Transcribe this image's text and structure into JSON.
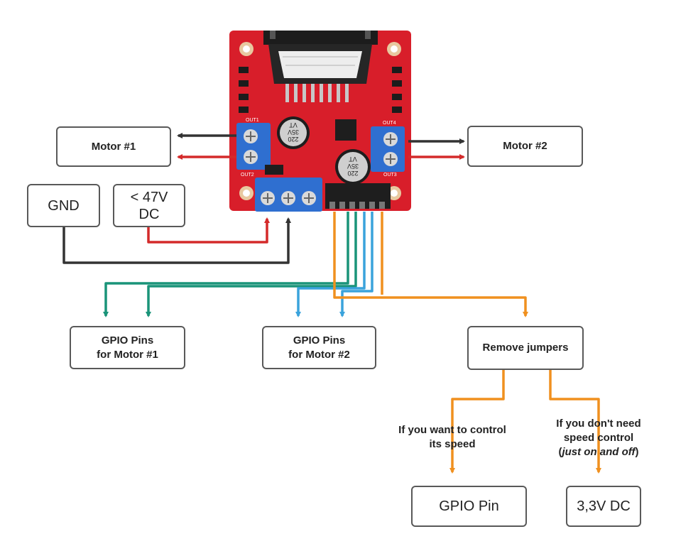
{
  "colors": {
    "black": "#333333",
    "red": "#d42a2a",
    "green": "#1a9479",
    "blue": "#3aa3dc",
    "orange": "#f0901f",
    "box_border": "#595959",
    "board_red": "#d81e2a",
    "terminal_blue": "#2f6fd0"
  },
  "board": {
    "silk": {
      "out1": "OUT1",
      "out2": "OUT2",
      "out3": "OUT3",
      "out4": "OUT4",
      "cap_left": [
        "220",
        "35V",
        "VT"
      ],
      "cap_right": [
        "220",
        "35V",
        "VT"
      ]
    }
  },
  "boxes": {
    "motor1": "Motor #1",
    "motor2": "Motor #2",
    "gnd": "GND",
    "vin_line1": "< 47V",
    "vin_line2": "DC",
    "gpio_m1_line1": "GPIO Pins",
    "gpio_m1_line2": "for Motor #1",
    "gpio_m2_line1": "GPIO Pins",
    "gpio_m2_line2": "for Motor #2",
    "remove_jumpers": "Remove jumpers",
    "gpio_pin": "GPIO Pin",
    "dc33": "3,3V DC"
  },
  "labels": {
    "speed_line1": "If you want to control",
    "speed_line2": "its speed",
    "nospeed_line1": "If you don't need",
    "nospeed_line2": "speed control",
    "nospeed_paren_open": "(",
    "nospeed_italic": "just on and off",
    "nospeed_paren_close": ")"
  }
}
